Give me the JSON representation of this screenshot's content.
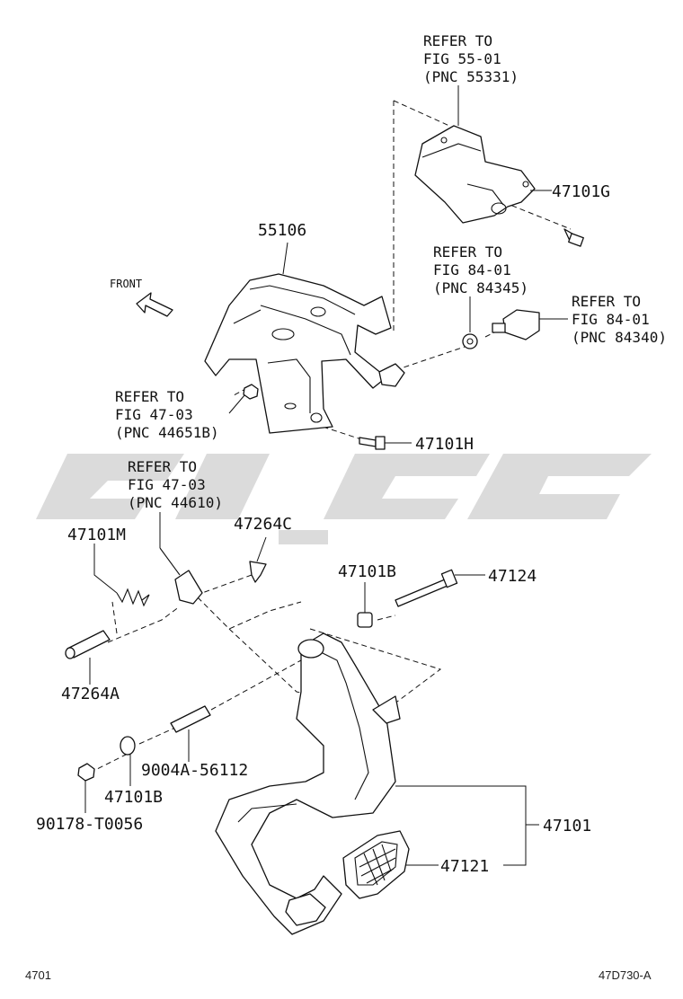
{
  "front_label": "FRONT",
  "callouts": {
    "p55106": "55106",
    "p47101G": "47101G",
    "p47101H": "47101H",
    "p47101M": "47101M",
    "p47264C": "47264C",
    "p47101B_top": "47101B",
    "p47124": "47124",
    "p47264A": "47264A",
    "p9004A": "9004A-56112",
    "p47101B_bottom": "47101B",
    "p90178": "90178-T0056",
    "p47101": "47101",
    "p47121": "47121"
  },
  "references": {
    "ref_55_01": [
      "REFER TO",
      "FIG 55-01",
      "(PNC 55331)"
    ],
    "ref_84_01_a": [
      "REFER TO",
      "FIG 84-01",
      "(PNC 84345)"
    ],
    "ref_84_01_b": [
      "REFER TO",
      "FIG 84-01",
      "(PNC 84340)"
    ],
    "ref_47_03_a": [
      "REFER TO",
      "FIG 47-03",
      "(PNC 44651B)"
    ],
    "ref_47_03_b": [
      "REFER TO",
      "FIG 47-03",
      "(PNC 44610)"
    ]
  },
  "footer": {
    "left": "4701",
    "right": "47D730-A"
  },
  "colors": {
    "line": "#111111",
    "watermark": "#cfcfcf",
    "background": "#ffffff"
  }
}
